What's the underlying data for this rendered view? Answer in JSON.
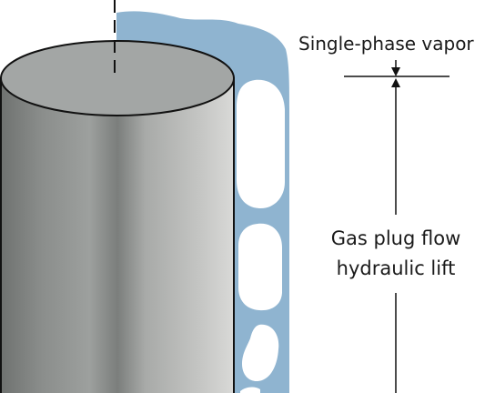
{
  "labels": {
    "single_phase_vapor": "Single-phase vapor",
    "plug_flow_line1": "Gas plug flow",
    "plug_flow_line2": "hydraulic lift"
  },
  "colors": {
    "liquid_film": "#8fb4d0",
    "rod_dark": "#6c706f",
    "rod_light": "#d4d4d2",
    "rod_top": "#a3a6a5",
    "outline": "#111111"
  }
}
